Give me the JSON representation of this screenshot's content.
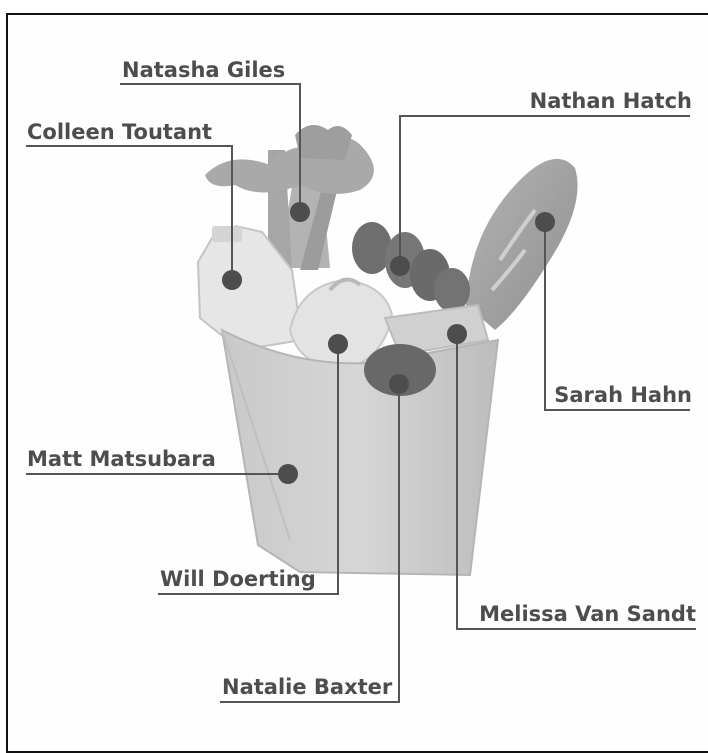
{
  "labels": {
    "natasha": "Natasha Giles",
    "nathan": "Nathan Hatch",
    "colleen": "Colleen Toutant",
    "sarah": "Sarah Hahn",
    "matt": "Matt Matsubara",
    "will": "Will Doerting",
    "melissa": "Melissa Van Sandt",
    "natalie": "Natalie Baxter"
  }
}
